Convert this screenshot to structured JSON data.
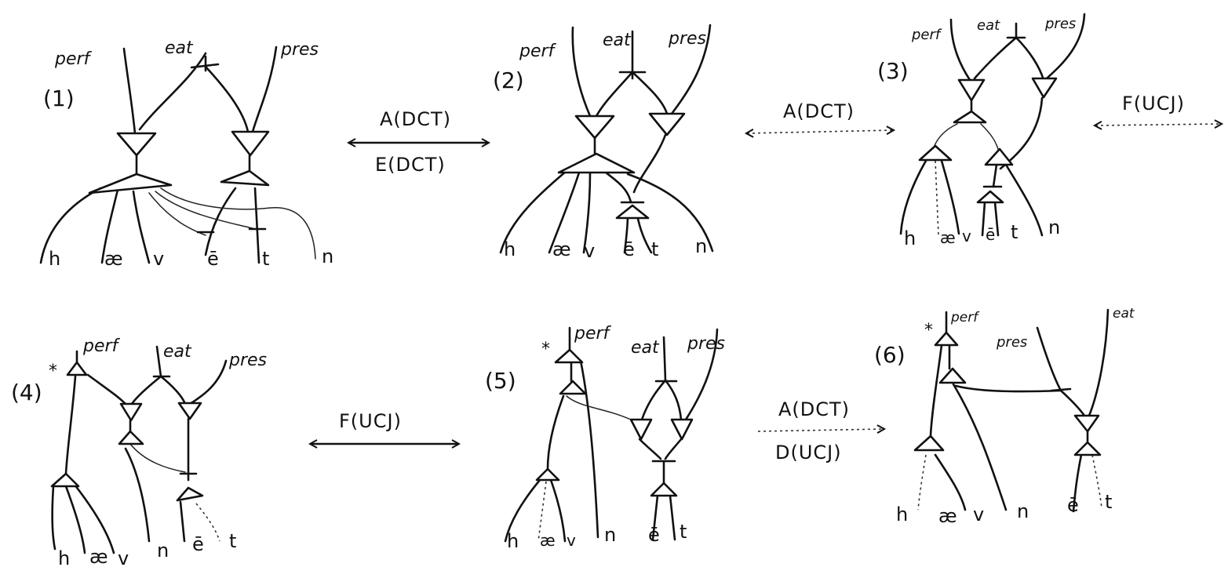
{
  "figures": [
    {
      "number": "(1)",
      "top": [
        "perf",
        "eat",
        "pres"
      ],
      "segments": [
        "h",
        "æ",
        "v",
        "ē",
        "t",
        "n"
      ]
    },
    {
      "number": "(2)",
      "top": [
        "perf",
        "eat",
        "pres"
      ],
      "segments": [
        "h",
        "æ",
        "v",
        "ē",
        "t",
        "n"
      ]
    },
    {
      "number": "(3)",
      "top": [
        "perf",
        "eat",
        "pres"
      ],
      "segments": [
        "h",
        "æ",
        "v",
        "ē",
        "t",
        "n"
      ]
    },
    {
      "number": "(4)",
      "star": "*",
      "top": [
        "perf",
        "eat",
        "pres"
      ],
      "segments": [
        "h",
        "æ",
        "v",
        "n",
        "ē",
        "t"
      ]
    },
    {
      "number": "(5)",
      "star": "*",
      "top": [
        "perf",
        "eat",
        "pres"
      ],
      "segments": [
        "h",
        "æ",
        "v",
        "n",
        "ē",
        "t"
      ]
    },
    {
      "number": "(6)",
      "star": "*",
      "top": [
        "perf",
        "pres",
        "eat"
      ],
      "segments": [
        "h",
        "æ",
        "v",
        "n",
        "ē",
        "t"
      ]
    }
  ],
  "transitions": [
    {
      "above": "A(DCT)",
      "below": "E(DCT)",
      "style": "solid"
    },
    {
      "above": "A(DCT)",
      "below": "",
      "style": "dotted"
    },
    {
      "above": "F(UCJ)",
      "below": "",
      "style": "dotted"
    },
    {
      "above": "F(UCJ)",
      "below": "",
      "style": "solid"
    },
    {
      "above": "A(DCT)",
      "below": "D(UCJ)",
      "style": "dotted"
    }
  ]
}
